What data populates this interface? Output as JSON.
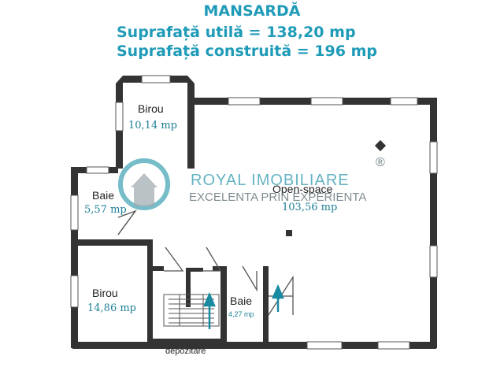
{
  "header": {
    "title": "MANSARDĂ",
    "line1": "Suprafață utilă = 138,20 mp",
    "line2": "Suprafață construită = 196 mp"
  },
  "rooms": {
    "birou_top": {
      "name": "Birou",
      "area": "10,14 mp"
    },
    "baie_left": {
      "name": "Baie",
      "area": "5,57 mp"
    },
    "open_space": {
      "name": "Open-space",
      "area": "103,56 mp"
    },
    "birou_bottom": {
      "name": "Birou",
      "area": "14,86 mp"
    },
    "baie_small": {
      "name": "Baie",
      "area": "4,27 mp"
    },
    "storage": {
      "name": "depozitare"
    }
  },
  "watermark": {
    "brand": "ROYAL IMOBILIARE",
    "slogan": "EXCELENTA PRIN EXPERIENTA",
    "registered": "®"
  },
  "colors": {
    "wall": "#333333",
    "heading": "#1f9bb8",
    "area_text": "#1e7f96",
    "stair_arrow": "#1a8aa0",
    "watermark": "#4aa6b8"
  }
}
